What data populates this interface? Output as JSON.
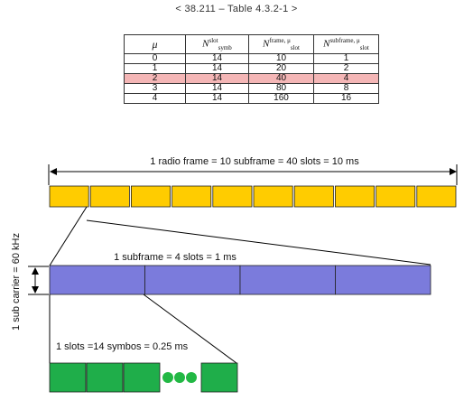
{
  "caption": "< 38.211 – Table 4.3.2-1 >",
  "table": {
    "headers": {
      "mu": "μ",
      "n_symb": {
        "base": "N",
        "sup": "slot",
        "sub": "symb"
      },
      "n_frame": {
        "base": "N",
        "sup": "frame, μ",
        "sub": "slot"
      },
      "n_subframe": {
        "base": "N",
        "sup": "subframe, μ",
        "sub": "slot"
      }
    },
    "rows": [
      {
        "mu": "0",
        "symb": "14",
        "frame": "10",
        "subframe": "1"
      },
      {
        "mu": "1",
        "symb": "14",
        "frame": "20",
        "subframe": "2"
      },
      {
        "mu": "2",
        "symb": "14",
        "frame": "40",
        "subframe": "4"
      },
      {
        "mu": "3",
        "symb": "14",
        "frame": "80",
        "subframe": "8"
      },
      {
        "mu": "4",
        "symb": "14",
        "frame": "160",
        "subframe": "16"
      }
    ],
    "highlight_row_index": 2,
    "highlight_color": "#f4b6b6"
  },
  "diagram": {
    "radio_frame_label": "1 radio frame = 10 subframe = 40 slots = 10 ms",
    "subframe_label": "1 subframe = 4 slots = 1 ms",
    "slot_label": "1 slots =14 symbos = 0.25 ms",
    "subcarrier_label": "1 sub carrier = 60 kHz",
    "frame_box_count": 10,
    "subframe_box_count": 4,
    "symbol_box_count_shown": 4,
    "colors": {
      "frame_fill": "#ffcc00",
      "subframe_fill": "#7b7bdc",
      "symbol_fill": "#1fae4a",
      "ellipsis_dot": "#22b844"
    }
  }
}
